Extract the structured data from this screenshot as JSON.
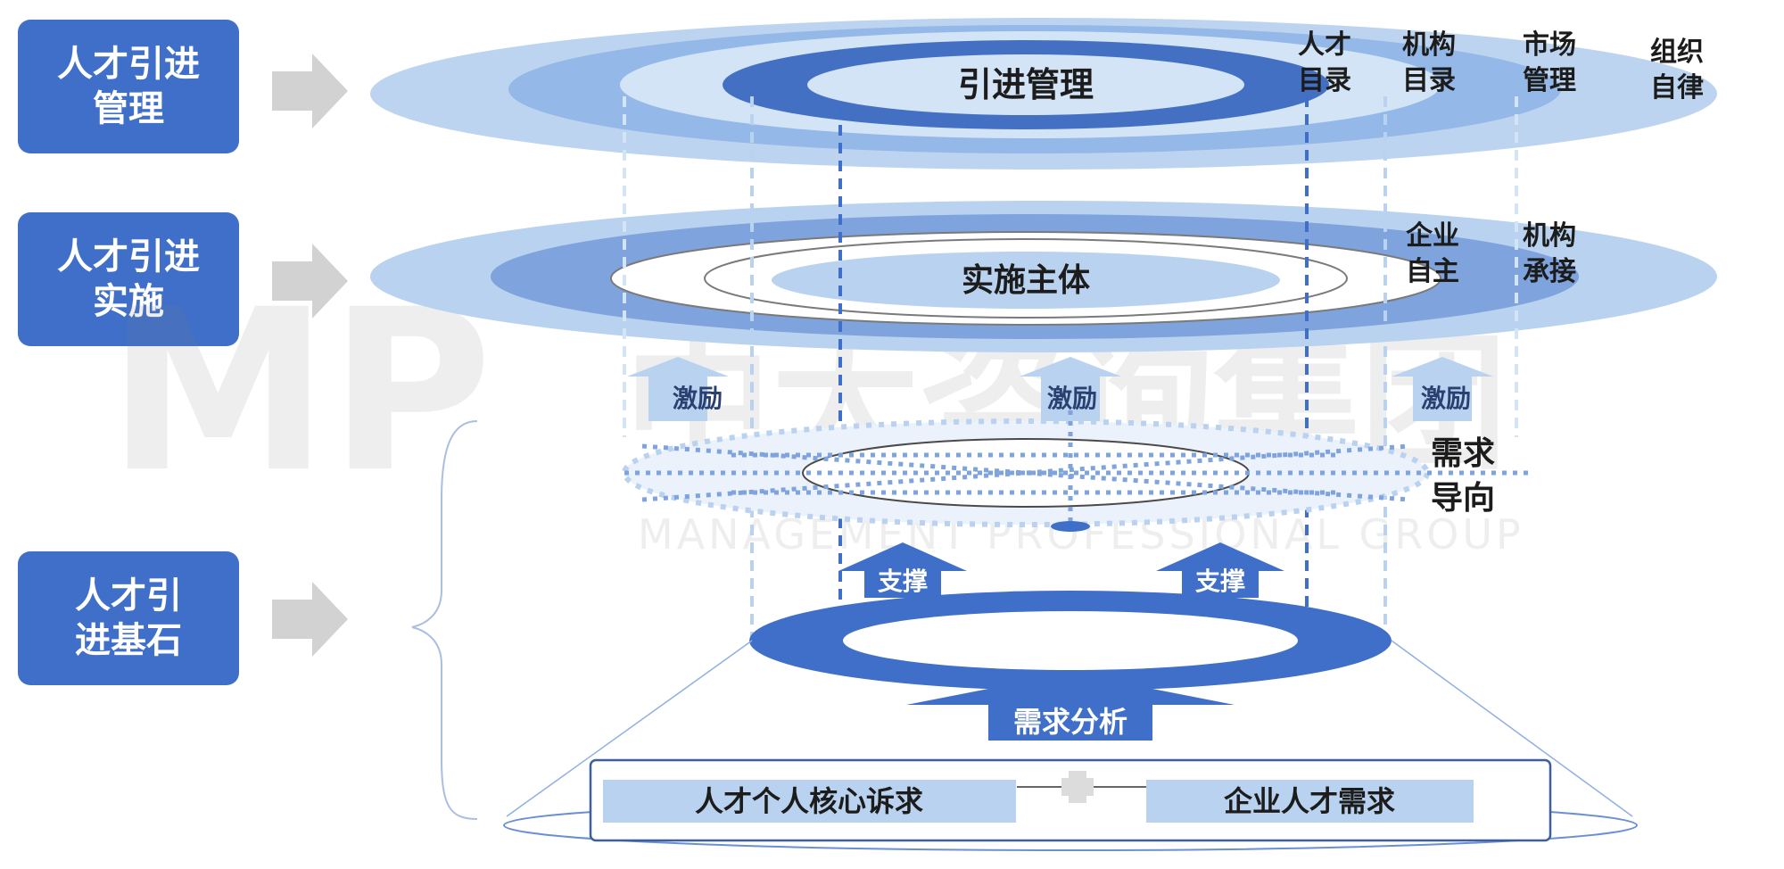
{
  "levels": [
    {
      "label": "人才引进\n管理"
    },
    {
      "label": "人才引进\n实施"
    },
    {
      "label": "人才引\n进基石"
    }
  ],
  "top_layer": {
    "center": "引进管理",
    "rings": [
      {
        "line1": "人才",
        "line2": "目录"
      },
      {
        "line1": "机构",
        "line2": "目录"
      },
      {
        "line1": "市场",
        "line2": "管理"
      },
      {
        "line1": "组织",
        "line2": "自律"
      }
    ]
  },
  "mid_layer": {
    "center": "实施主体",
    "rings": [
      {
        "line1": "企业",
        "line2": "自主"
      },
      {
        "line1": "机构",
        "line2": "承接"
      }
    ]
  },
  "incentive_arrows": [
    "激励",
    "激励",
    "激励"
  ],
  "demand_orientation": {
    "line1": "需求",
    "line2": "导向"
  },
  "support_arrows": [
    "支撑",
    "支撑"
  ],
  "demand_analysis": "需求分析",
  "bottom": {
    "left": "人才个人核心诉求",
    "right": "企业人才需求"
  },
  "watermark": {
    "logo": "MP",
    "name": "中大咨询集团",
    "sub": "MANAGEMENT PROFESSIONAL GROUP"
  },
  "colors": {
    "dark_blue": "#3f6fc9",
    "mid_blue": "#7ea3dd",
    "light_blue": "#b9d2ef",
    "pale_blue": "#d4e4f7"
  }
}
